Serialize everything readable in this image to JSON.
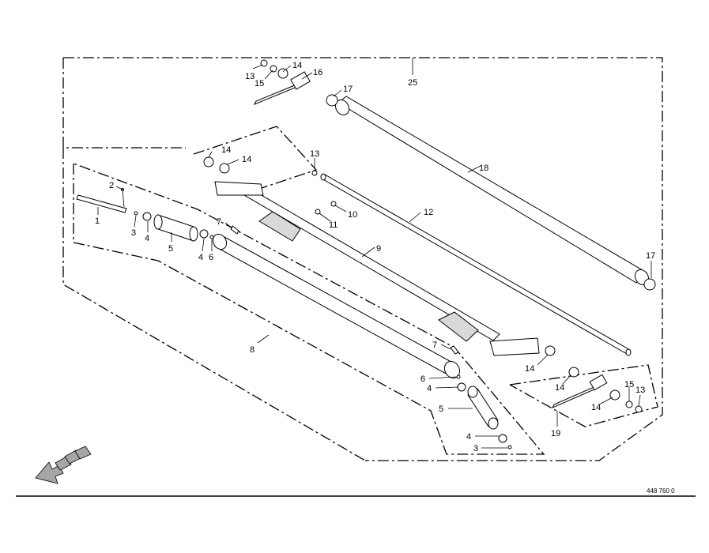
{
  "drawing": {
    "code": "448 760 0"
  },
  "callouts": [
    {
      "id": "c13a",
      "text": "13"
    },
    {
      "id": "c15a",
      "text": "15"
    },
    {
      "id": "c14a",
      "text": "14"
    },
    {
      "id": "c16",
      "text": "16"
    },
    {
      "id": "c25",
      "text": "25"
    },
    {
      "id": "c17a",
      "text": "17"
    },
    {
      "id": "c18",
      "text": "18"
    },
    {
      "id": "c14b",
      "text": "14"
    },
    {
      "id": "c14c",
      "text": "14"
    },
    {
      "id": "c13b",
      "text": "13"
    },
    {
      "id": "c2",
      "text": "2"
    },
    {
      "id": "c1",
      "text": "1"
    },
    {
      "id": "c3a",
      "text": "3"
    },
    {
      "id": "c4a",
      "text": "4"
    },
    {
      "id": "c5a",
      "text": "5"
    },
    {
      "id": "c7a",
      "text": "7"
    },
    {
      "id": "c4b",
      "text": "4"
    },
    {
      "id": "c6a",
      "text": "6"
    },
    {
      "id": "c10",
      "text": "10"
    },
    {
      "id": "c11",
      "text": "11"
    },
    {
      "id": "c12",
      "text": "12"
    },
    {
      "id": "c9",
      "text": "9"
    },
    {
      "id": "c17b",
      "text": "17"
    },
    {
      "id": "c8",
      "text": "8"
    },
    {
      "id": "c7b",
      "text": "7"
    },
    {
      "id": "c6b",
      "text": "6"
    },
    {
      "id": "c4c",
      "text": "4"
    },
    {
      "id": "c5b",
      "text": "5"
    },
    {
      "id": "c4d",
      "text": "4"
    },
    {
      "id": "c3b",
      "text": "3"
    },
    {
      "id": "c14d",
      "text": "14"
    },
    {
      "id": "c14e",
      "text": "14"
    },
    {
      "id": "c14f",
      "text": "14"
    },
    {
      "id": "c15b",
      "text": "15"
    },
    {
      "id": "c13c",
      "text": "13"
    },
    {
      "id": "c19",
      "text": "19"
    }
  ],
  "icons": {
    "direction_arrow": "direction-arrow-icon"
  }
}
